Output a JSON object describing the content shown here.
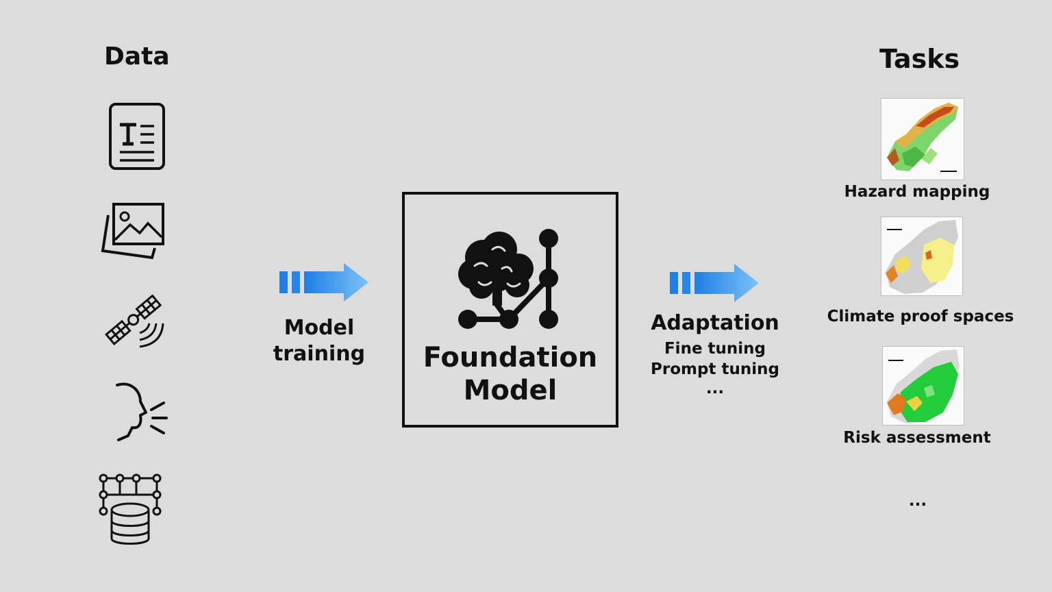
{
  "data_column": {
    "heading": "Data",
    "icons": [
      "text-document-icon",
      "image-icon",
      "satellite-icon",
      "speech-icon",
      "database-grid-icon"
    ]
  },
  "training": {
    "line1": "Model",
    "line2": "training",
    "arrow_color": "#3a9bf0"
  },
  "model_box": {
    "line1": "Foundation",
    "line2": "Model",
    "icon": "brain-network-icon"
  },
  "adaptation": {
    "title": "Adaptation",
    "line1": "Fine tuning",
    "line2": "Prompt tuning",
    "ellipsis": "..."
  },
  "tasks": {
    "heading": "Tasks",
    "items": [
      {
        "label": "Hazard mapping"
      },
      {
        "label": "Climate proof spaces"
      },
      {
        "label": "Risk assessment"
      }
    ],
    "ellipsis": "..."
  }
}
